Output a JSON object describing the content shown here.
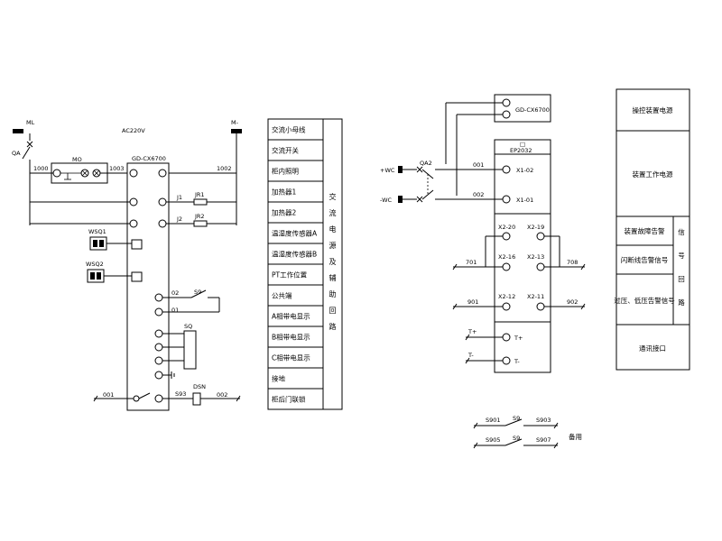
{
  "left": {
    "ml": "ML",
    "mminus": "M-",
    "ac": "AC220V",
    "qa": "QA",
    "mo": "MO",
    "w1000": "1000",
    "w1003": "1003",
    "w1002": "1002",
    "device": "GD-CX6700",
    "j1": "J1",
    "jr1": "JR1",
    "j2": "J2",
    "jr2": "JR2",
    "wsq1": "WSQ1",
    "wsq2": "WSQ2",
    "w02": "02",
    "s9": "S9",
    "w01": "01",
    "sq": "SQ",
    "w001": "001",
    "s93": "S93",
    "dsn": "DSN",
    "w002": "002"
  },
  "func_table": {
    "rows": [
      "交流小母线",
      "交流开关",
      "柜内照明",
      "加热器1",
      "加热器2",
      "温湿度传感器A",
      "温湿度传感器B",
      "PT工作位置",
      "公共端",
      "A相带电显示",
      "B相带电显示",
      "C相带电显示",
      "接地",
      "柜后门联锁"
    ],
    "side": [
      "交",
      "流",
      "电",
      "源",
      "及",
      "辅",
      "助",
      "回",
      "路"
    ]
  },
  "right": {
    "device": "GD-CX6700",
    "ep_top": "□",
    "ep": "EP2032",
    "plus": "+WC",
    "minus": "-WC",
    "qa2": "QA2",
    "w001": "001",
    "x102": "X1-02",
    "w002": "002",
    "x101": "X1-01",
    "x220": "X2-20",
    "x219": "X2-19",
    "w701": "701",
    "x216": "X2-16",
    "x213": "X2-13",
    "w708": "708",
    "w901": "901",
    "x212": "X2-12",
    "x211": "X2-11",
    "w902": "902",
    "tp": "T+",
    "tm": "T-",
    "s901": "S901",
    "s9a": "S9",
    "s903": "S903",
    "s905": "S905",
    "s9b": "S9",
    "s907": "S907",
    "spare": "备用"
  },
  "side_table": {
    "cells": [
      "操控装置电源",
      "装置工作电源",
      "装置故障告警",
      "闪断线告警信号",
      "过压、低压告警信号",
      "通讯接口"
    ],
    "side": [
      "信",
      "号",
      "回",
      "路"
    ]
  }
}
